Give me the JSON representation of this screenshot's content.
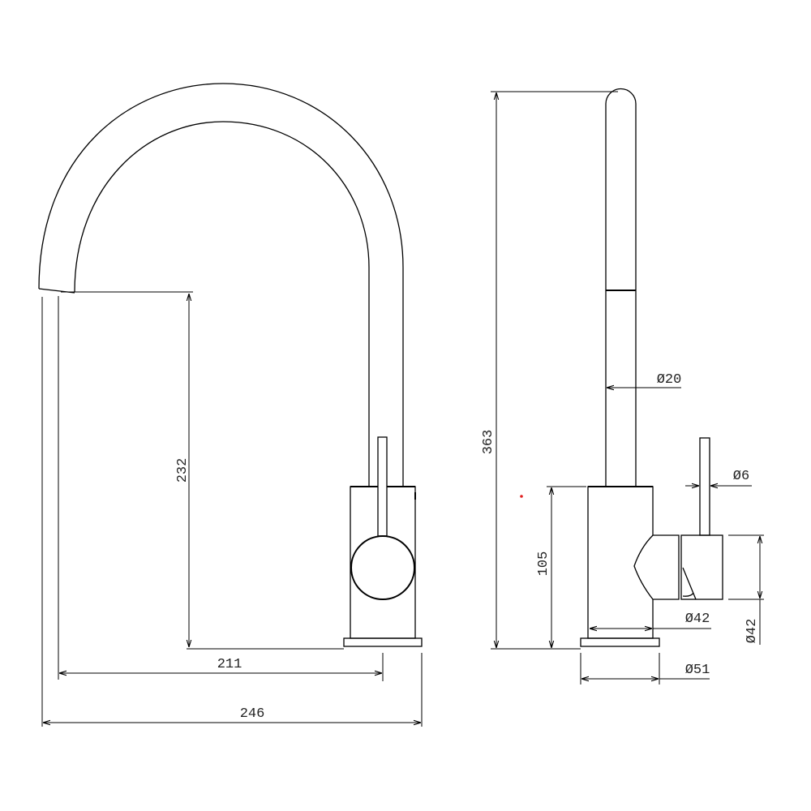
{
  "front_view": {
    "dimensions": {
      "spout_height": "232",
      "spout_reach": "211",
      "overall_width": "246"
    }
  },
  "side_view": {
    "dimensions": {
      "overall_height": "363",
      "body_height": "105",
      "spout_diameter": "Ø20",
      "lever_diameter": "Ø6",
      "body_diameter": "Ø42",
      "handle_diameter": "Ø42",
      "base_diameter": "Ø51"
    }
  },
  "colors": {
    "line": "#000000",
    "marker": "#e02020"
  }
}
